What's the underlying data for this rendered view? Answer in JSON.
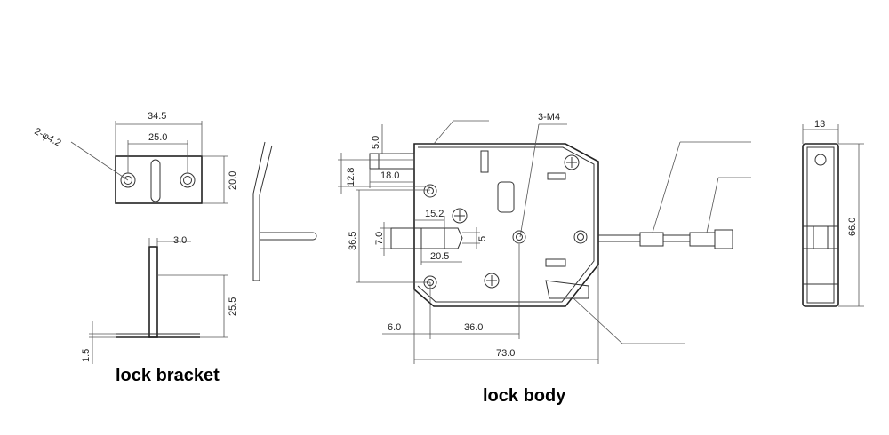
{
  "bracket": {
    "caption": "lock bracket",
    "hole_label": "2-φ4.2",
    "dims": {
      "width_outer": "34.5",
      "hole_pitch": "25.0",
      "height": "20.0",
      "thickness": "3.0",
      "post_height": "25.5",
      "base": "1.5"
    }
  },
  "body": {
    "caption": "lock body",
    "screw_label": "3-M4",
    "dims": {
      "top_offset": "5.0",
      "plate_height": "12.8",
      "latch_len": "18.0",
      "latch_pos": "15.2",
      "bolt_h": "7.0",
      "bolt_step": "5",
      "bolt_len": "20.5",
      "overall_h": "36.5",
      "left_off": "6.0",
      "center": "36.0",
      "width": "73.0"
    }
  },
  "side": {
    "dims": {
      "thickness": "13",
      "height": "66.0"
    }
  }
}
